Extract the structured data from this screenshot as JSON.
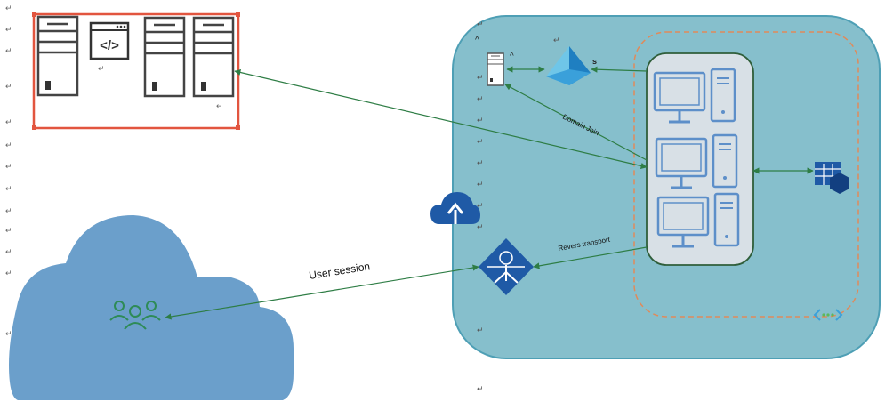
{
  "labels": {
    "user_session": "User session",
    "domain_join": "Domain Join",
    "reverse_transport": "Revers transport",
    "caret_1": "^",
    "caret_2": "^",
    "s_mark": "s"
  },
  "paragraph_mark": "↵",
  "colors": {
    "onprem_border": "#e2553f",
    "azure_fill": "#86bfcc",
    "azure_border": "#4e9fb5",
    "pool_dashed": "#e08a5a",
    "host_pool_fill": "#d8e0e6",
    "host_pool_border": "#2f5e3a",
    "arrow": "#2e7d45",
    "cloud": "#6b9fcb",
    "icon_blue": "#4f86c6",
    "dark_blue": "#1f5aa6"
  },
  "icons": [
    "server-icon",
    "code-window-icon",
    "domain-controller-icon",
    "active-directory-icon",
    "desktop-vm-icon",
    "azure-files-icon",
    "cloud-upload-icon",
    "gateway-icon",
    "users-icon",
    "vnet-icon"
  ]
}
